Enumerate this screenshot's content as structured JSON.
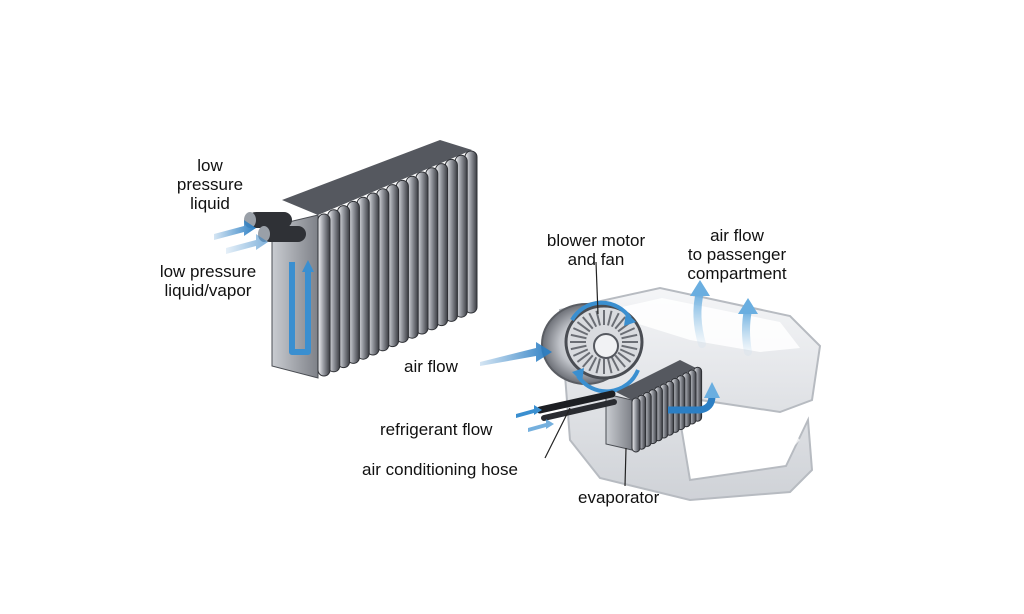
{
  "labels": {
    "low_pressure_liquid": [
      "low",
      "pressure",
      "liquid"
    ],
    "low_pressure_liquid_vapor": [
      "low pressure",
      "liquid/vapor"
    ],
    "air_flow": "air flow",
    "blower_motor_and_fan": [
      "blower motor",
      "and fan"
    ],
    "air_flow_to_passenger": [
      "air flow",
      "to passenger",
      "compartment"
    ],
    "refrigerant_flow": "refrigerant flow",
    "air_conditioning_hose": "air conditioning hose",
    "evaporator": "evaporator"
  },
  "colors": {
    "flow_blue": "#3a8fd0",
    "air_blue": "#a9cfe9",
    "metal_dark": "#3d3f45",
    "metal_mid": "#8a8d94",
    "metal_light": "#d7d9dd",
    "housing": "#e4e6e9"
  }
}
